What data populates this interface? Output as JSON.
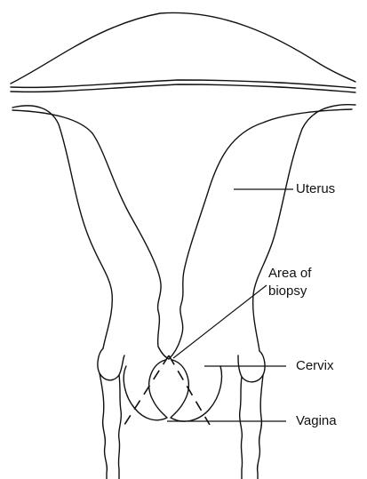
{
  "labels": {
    "uterus": "Uterus",
    "biopsy_line1": "Area of",
    "biopsy_line2": "biopsy",
    "cervix": "Cervix",
    "vagina": "Vagina"
  },
  "colors": {
    "line": "#111111",
    "background": "#ffffff"
  }
}
